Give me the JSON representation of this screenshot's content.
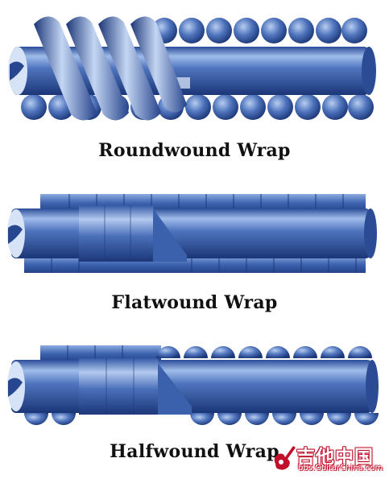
{
  "figure": {
    "captions": {
      "roundwound": "Roundwound Wrap",
      "flatwound": "Flatwound Wrap",
      "halfwound": "Halfwound Wrap"
    }
  },
  "watermark": {
    "chinese": "吉他中国",
    "url": "bbs.GuitarChina.com"
  },
  "colors": {
    "steel_dark": "#1f3f86",
    "steel_mid": "#3f65b0",
    "steel_light": "#a8c2ea",
    "watermark_red": "#c0102a"
  }
}
